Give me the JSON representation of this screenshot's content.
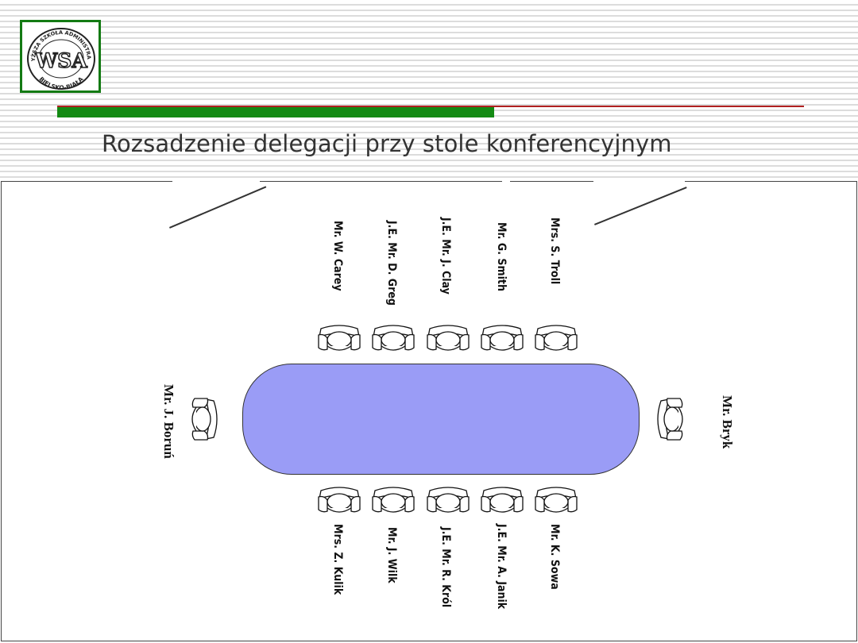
{
  "header": {
    "title": "Rozsadzenie delegacji przy stole konferencyjnym",
    "logo": {
      "top_text": "WYŻSZA SZKOŁA ADMINISTRACJI",
      "bottom_text": "BIELSKO-BIAŁA",
      "mark": "WSA"
    }
  },
  "colors": {
    "table": "#9a9cf6",
    "green_rule": "#138a13",
    "red_rule": "#b02020",
    "logo_border": "#137a13"
  },
  "seats_top": [
    "Mr. W. Carey",
    "J.E. Mr. D. Greg",
    "J.E. Mr. J. Clay",
    "Mr. G. Smith",
    "Mrs. S. Troll"
  ],
  "seats_bottom": [
    "Mrs. Z. Kulik",
    "Mr. J. Wilk",
    "J.E. Mr. R. Król",
    "J.E. Mr. A. Janik",
    "Mr. K. Sowa"
  ],
  "seat_left": "Mr. J. Boruń",
  "seat_right": "Mr. Bryk",
  "chair_icon": "armchair-icon"
}
